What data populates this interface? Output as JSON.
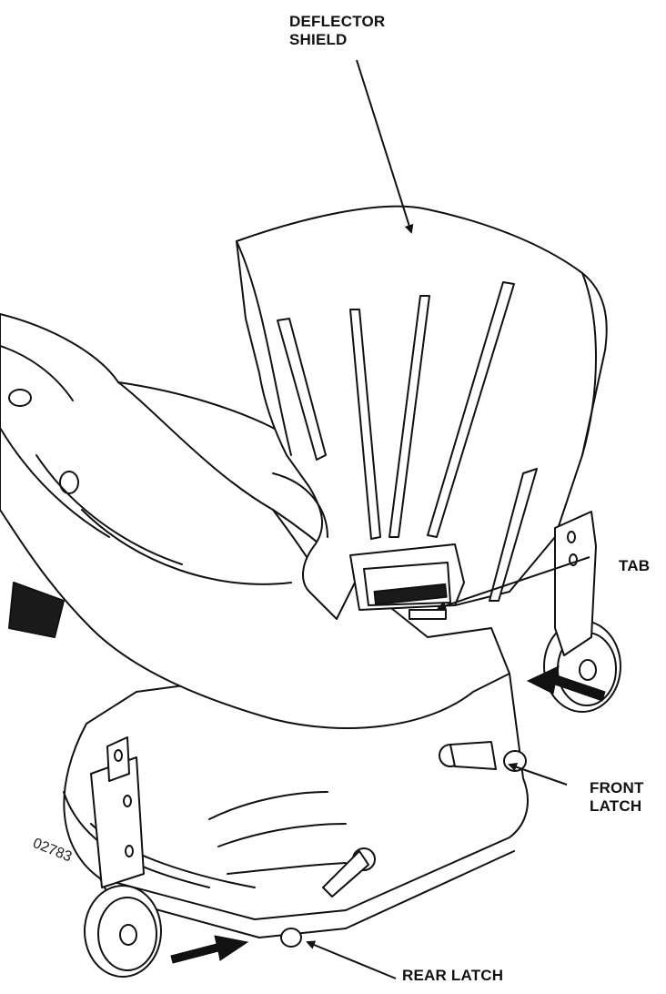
{
  "figure": {
    "id": "02783",
    "labels": {
      "deflector_line1": "DEFLECTOR",
      "deflector_line2": "SHIELD",
      "tab": "TAB",
      "front_line1": "FRONT",
      "front_line2": "LATCH",
      "rear": "REAR LATCH"
    }
  },
  "colors": {
    "line": "#111111",
    "fill": "#ffffff",
    "hatch": "#1a1a1a"
  }
}
